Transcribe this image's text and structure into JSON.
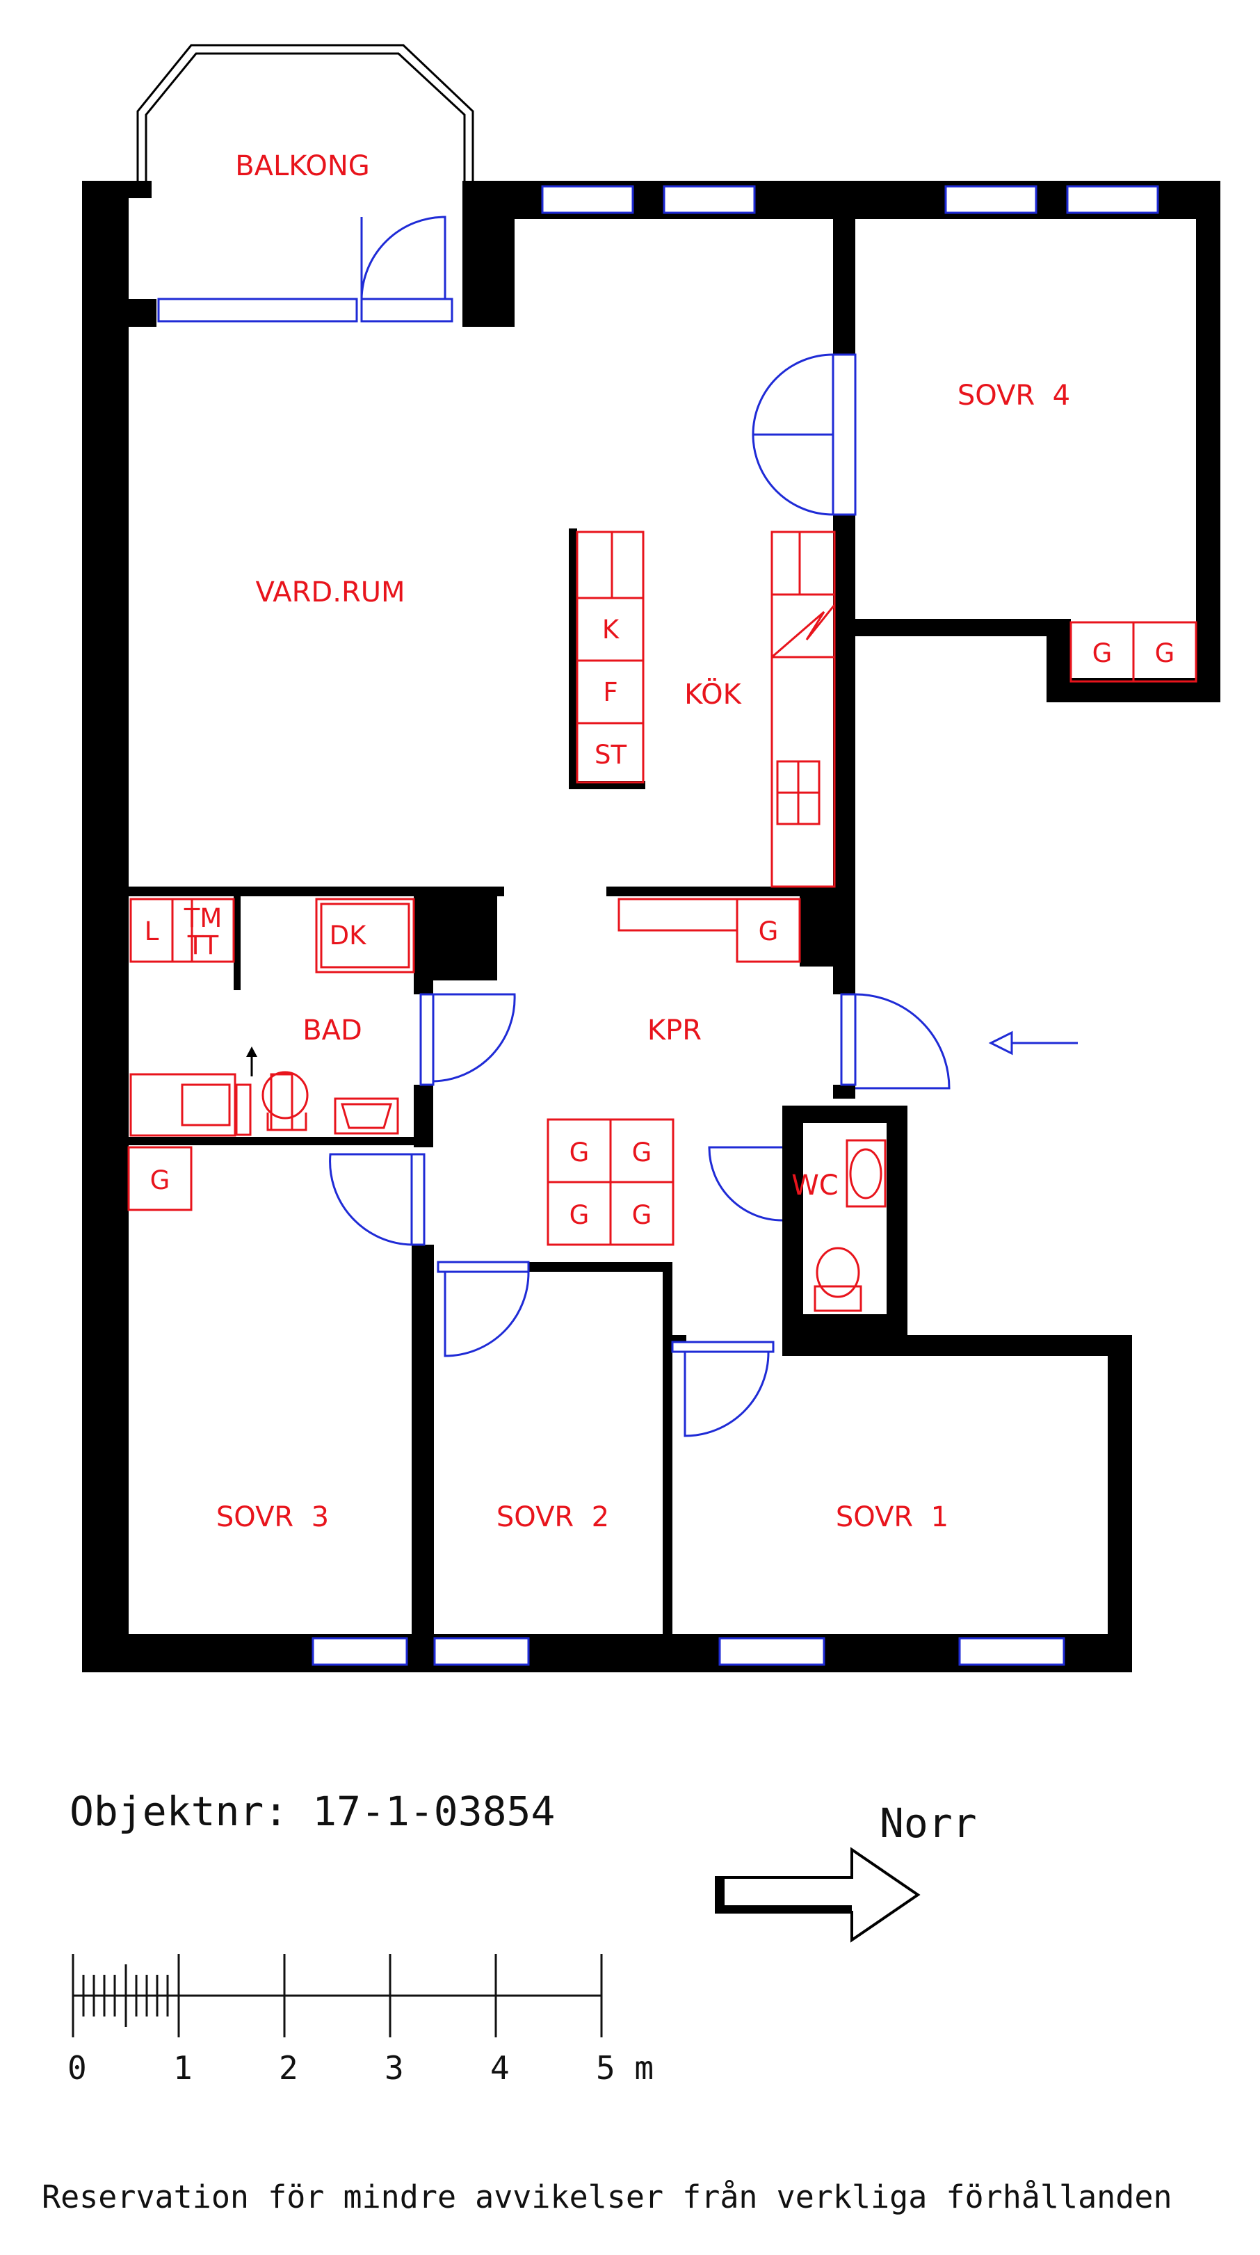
{
  "rooms": {
    "balkong": "BALKONG",
    "vardrum": "VARD.RUM",
    "kok": "KÖK",
    "sovr4": "SOVR  4",
    "bad": "BAD",
    "kpr": "KPR",
    "wc": "WC",
    "sovr3": "SOVR  3",
    "sovr2": "SOVR  2",
    "sovr1": "SOVR  1"
  },
  "fixtures": {
    "kitchen_k": "K",
    "kitchen_f": "F",
    "kitchen_st": "ST",
    "closet_g": "G",
    "bath_l": "L",
    "bath_tm": "TM",
    "bath_tt": "TT",
    "bath_dk": "DK"
  },
  "caption": {
    "object_number": "Objektnr: 17-1-03854",
    "north": "Norr",
    "disclaimer": "Reservation för mindre avvikelser från verkliga förhållanden"
  },
  "scale": {
    "ticks": [
      "0",
      "1",
      "2",
      "3",
      "4",
      "5 m"
    ]
  },
  "colors": {
    "walls": "#000000",
    "labels": "#e8141c",
    "doors_windows": "#1f2bd6"
  }
}
